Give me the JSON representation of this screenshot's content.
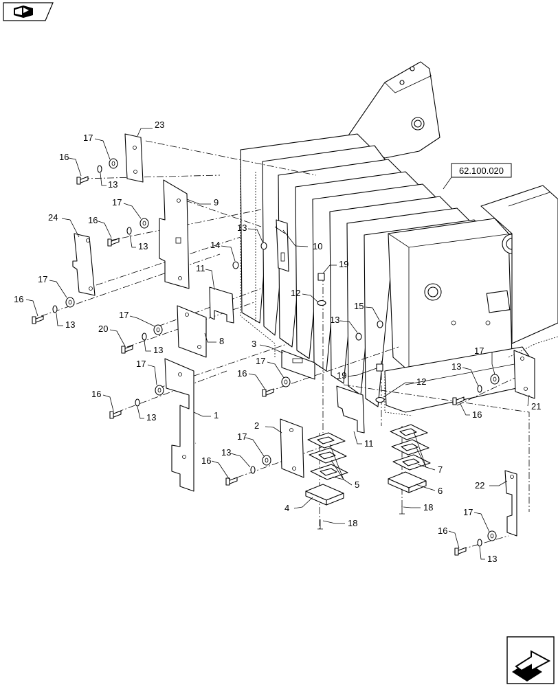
{
  "nav": {
    "back_icon": "back-arrow-book-icon",
    "next_icon": "next-page-arrow-icon"
  },
  "reference": {
    "code": "62.100.020"
  },
  "callouts": [
    {
      "id": "c23",
      "text": "23"
    },
    {
      "id": "c17a",
      "text": "17"
    },
    {
      "id": "c16a",
      "text": "16"
    },
    {
      "id": "c13a",
      "text": "13"
    },
    {
      "id": "c9",
      "text": "9"
    },
    {
      "id": "c17b",
      "text": "17"
    },
    {
      "id": "c16b",
      "text": "16"
    },
    {
      "id": "c13b",
      "text": "13"
    },
    {
      "id": "c24",
      "text": "24"
    },
    {
      "id": "c17c",
      "text": "17"
    },
    {
      "id": "c16c",
      "text": "16"
    },
    {
      "id": "c13c",
      "text": "13"
    },
    {
      "id": "c13d",
      "text": "13"
    },
    {
      "id": "c10",
      "text": "10"
    },
    {
      "id": "c14",
      "text": "14"
    },
    {
      "id": "c11a",
      "text": "11"
    },
    {
      "id": "c19a",
      "text": "19"
    },
    {
      "id": "c12a",
      "text": "12"
    },
    {
      "id": "c15",
      "text": "15"
    },
    {
      "id": "c13e",
      "text": "13"
    },
    {
      "id": "c17d",
      "text": "17"
    },
    {
      "id": "c20",
      "text": "20"
    },
    {
      "id": "c13f",
      "text": "13"
    },
    {
      "id": "c8",
      "text": "8"
    },
    {
      "id": "c3",
      "text": "3"
    },
    {
      "id": "c17e",
      "text": "17"
    },
    {
      "id": "c16d",
      "text": "16"
    },
    {
      "id": "c17f",
      "text": "17"
    },
    {
      "id": "c16e",
      "text": "16"
    },
    {
      "id": "c13g",
      "text": "13"
    },
    {
      "id": "c1",
      "text": "1"
    },
    {
      "id": "c19b",
      "text": "19"
    },
    {
      "id": "c12b",
      "text": "12"
    },
    {
      "id": "c13h",
      "text": "13"
    },
    {
      "id": "c17g",
      "text": "17"
    },
    {
      "id": "c16f",
      "text": "16"
    },
    {
      "id": "c21",
      "text": "21"
    },
    {
      "id": "c2",
      "text": "2"
    },
    {
      "id": "c17h",
      "text": "17"
    },
    {
      "id": "c13i",
      "text": "13"
    },
    {
      "id": "c16g",
      "text": "16"
    },
    {
      "id": "c11b",
      "text": "11"
    },
    {
      "id": "c5",
      "text": "5"
    },
    {
      "id": "c7",
      "text": "7"
    },
    {
      "id": "c6",
      "text": "6"
    },
    {
      "id": "c4",
      "text": "4"
    },
    {
      "id": "c18a",
      "text": "18"
    },
    {
      "id": "c18b",
      "text": "18"
    },
    {
      "id": "c22",
      "text": "22"
    },
    {
      "id": "c17i",
      "text": "17"
    },
    {
      "id": "c16h",
      "text": "16"
    },
    {
      "id": "c13j",
      "text": "13"
    }
  ]
}
